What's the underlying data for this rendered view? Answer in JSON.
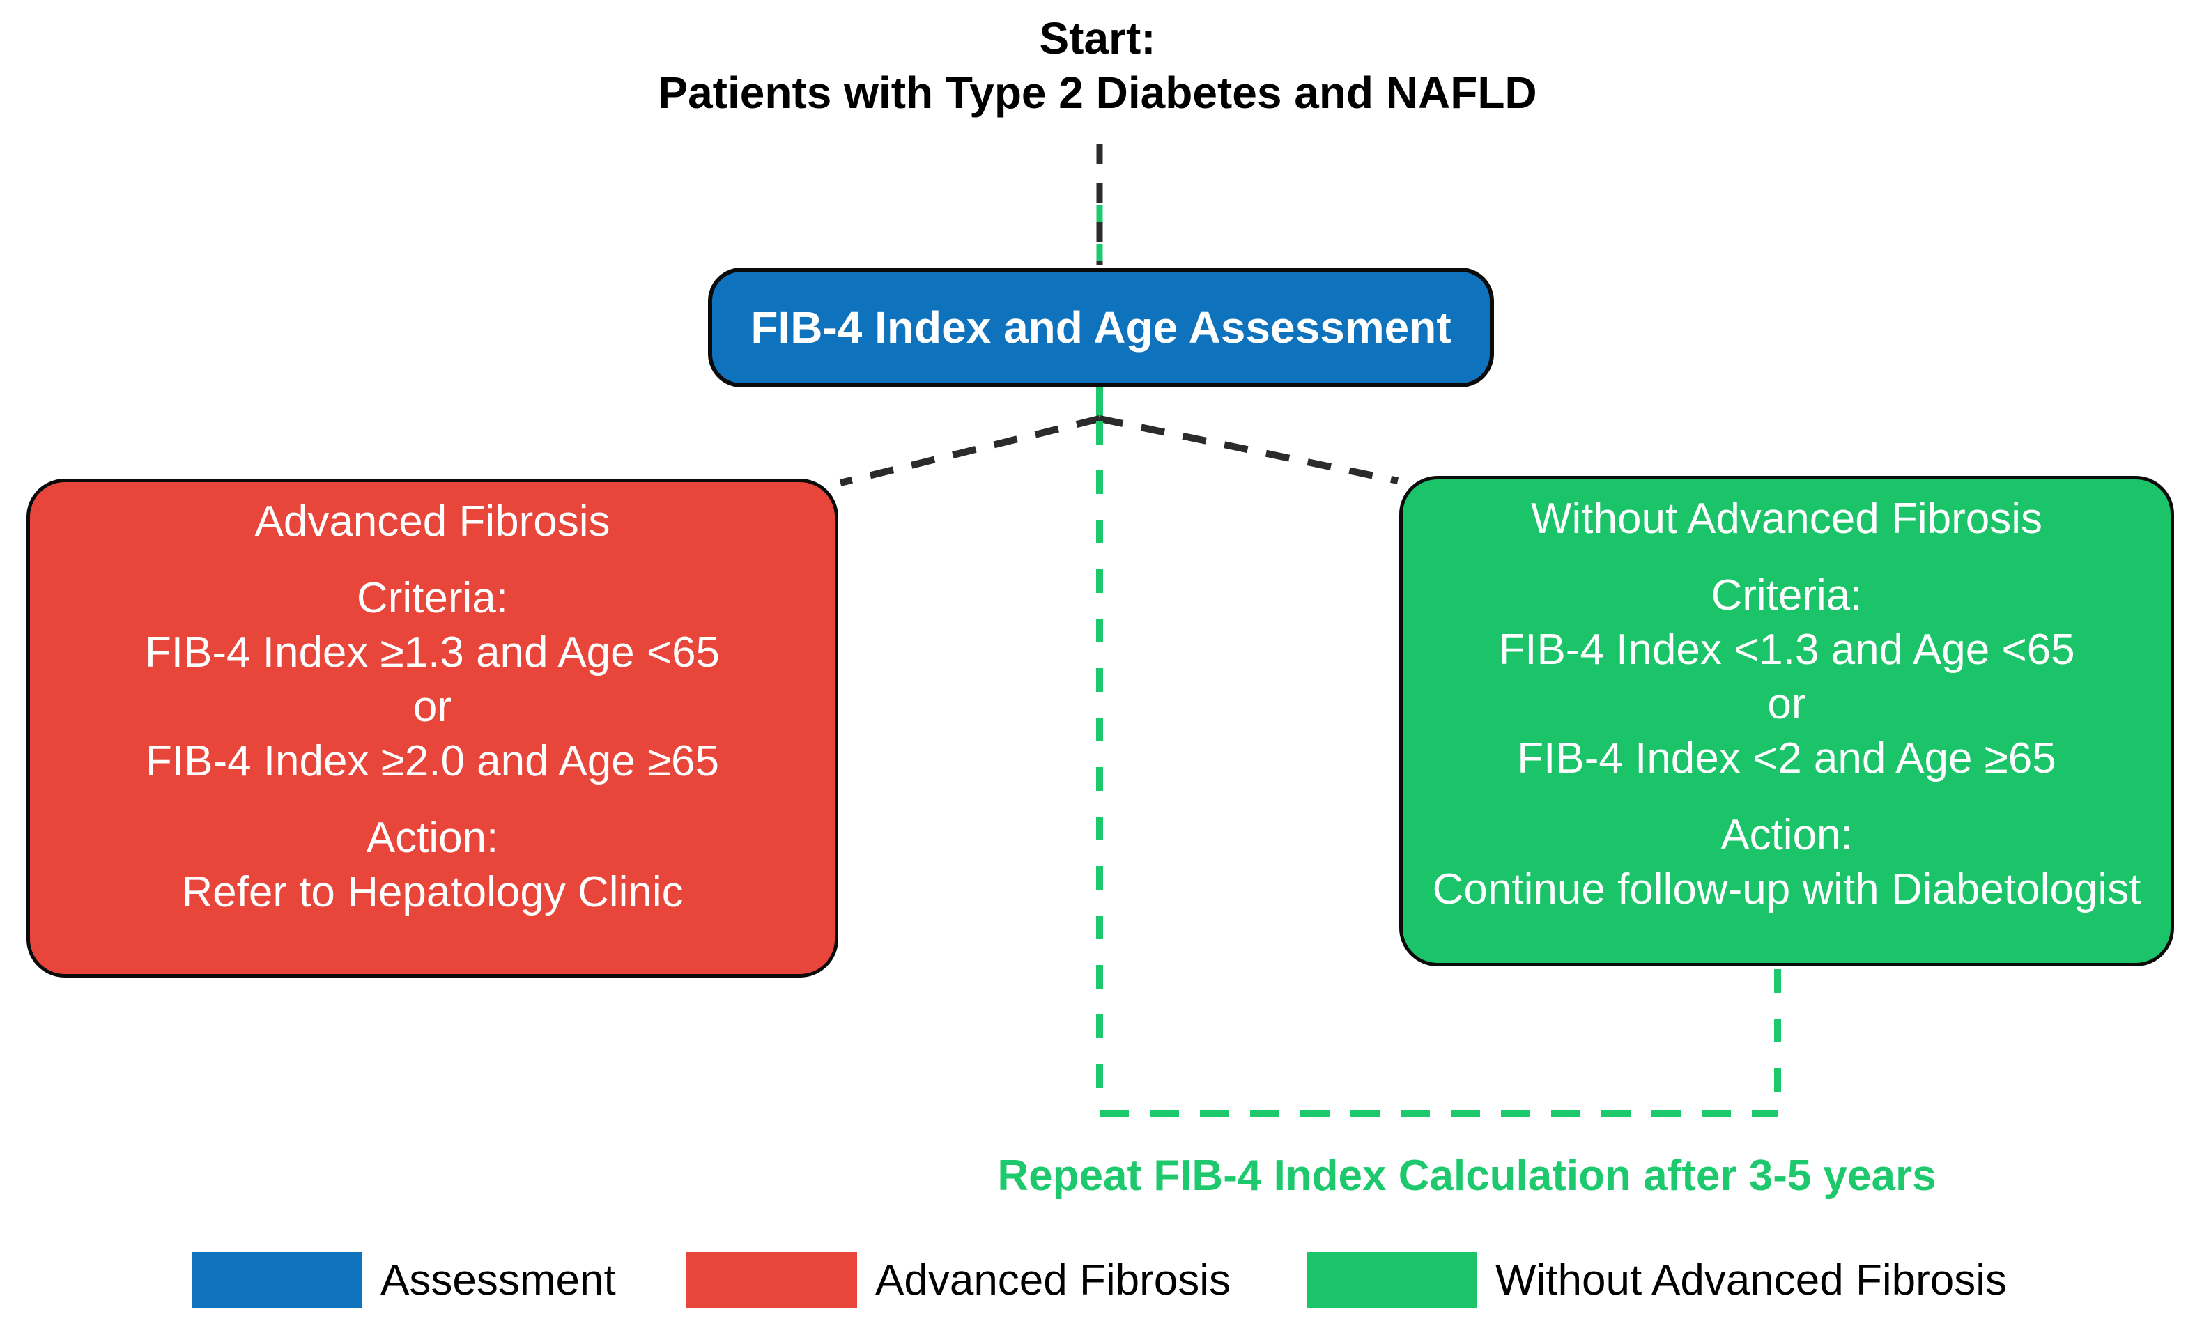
{
  "start": {
    "line1": "Start:",
    "line2": "Patients with Type 2 Diabetes and NAFLD"
  },
  "assessment_box": {
    "label": "FIB-4 Index and Age Assessment"
  },
  "advanced_fibrosis_box": {
    "title": "Advanced Fibrosis",
    "criteria_label": "Criteria:",
    "criteria_1": "FIB-4 Index ≥1.3 and Age <65",
    "or_label": "or",
    "criteria_2": "FIB-4 Index ≥2.0 and Age ≥65",
    "action_label": "Action:",
    "action": "Refer to Hepatology Clinic"
  },
  "without_advanced_fibrosis_box": {
    "title": "Without Advanced Fibrosis",
    "criteria_label": "Criteria:",
    "criteria_1": "FIB-4 Index <1.3 and Age <65",
    "or_label": "or",
    "criteria_2": "FIB-4 Index <2 and Age ≥65",
    "action_label": "Action:",
    "action": "Continue follow-up with Diabetologist"
  },
  "repeat_note": {
    "text": "Repeat FIB-4 Index Calculation after 3-5 years"
  },
  "legend": {
    "items": [
      {
        "label": "Assessment",
        "color": "#0E72BD"
      },
      {
        "label": "Advanced Fibrosis",
        "color": "#E8463A"
      },
      {
        "label": "Without Advanced Fibrosis",
        "color": "#1BC468"
      }
    ]
  },
  "colors": {
    "assessment-blue": "#0E72BD",
    "advanced-red": "#E8463A",
    "without-green": "#1BC468",
    "connector-green": "#1EC96D",
    "connector-dark": "#2B2B2B",
    "box-border": "#0B0B0B",
    "text-white": "#FFFFFF"
  }
}
